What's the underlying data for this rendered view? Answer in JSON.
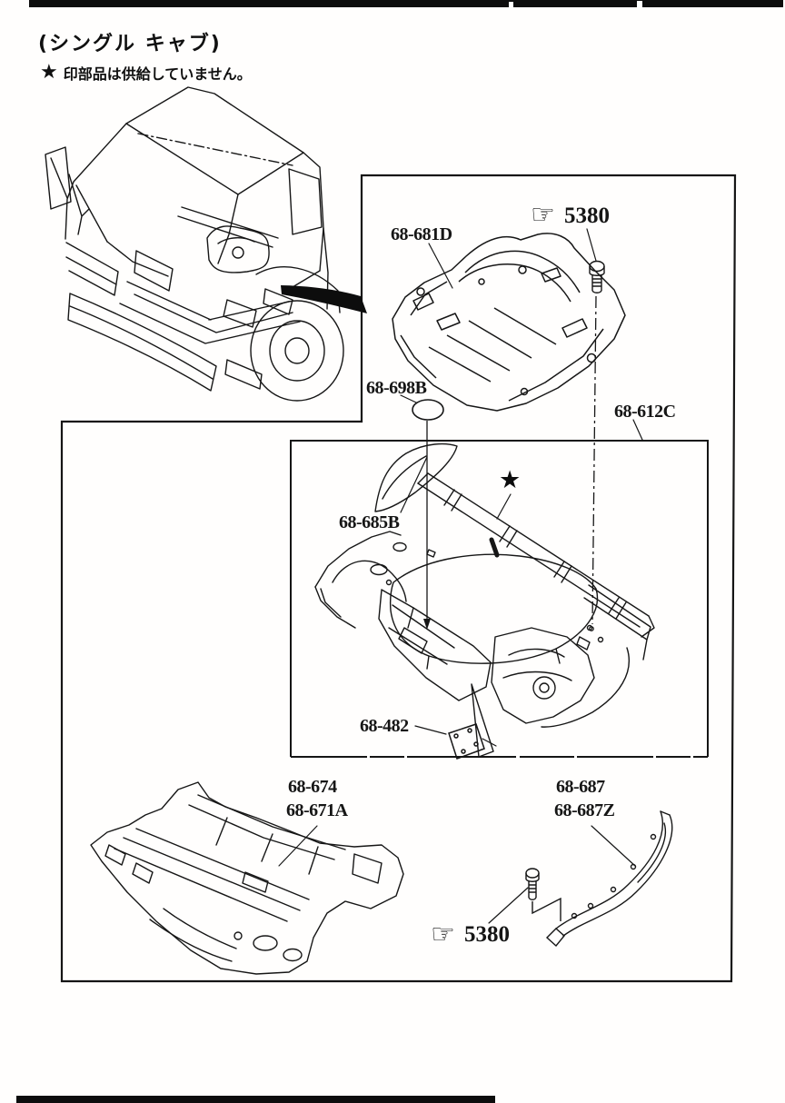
{
  "header": {
    "cab_type_title": "(シングル キャブ)",
    "star_symbol": "★",
    "star_note": "印部品は供給していません。"
  },
  "icons": {
    "pointing_hand": "☞",
    "star_marker": "★"
  },
  "callouts": {
    "floor_cover": "68-681D",
    "bolt_top_ref": "5380",
    "plug_grommet": "68-698B",
    "rear_floor_panel": "68-612C",
    "back_panel": "68-685B",
    "bracket": "68-482",
    "floor_mat_upper": "68-674",
    "floor_mat_lower": "68-671A",
    "side_trim_upper": "68-687",
    "side_trim_lower": "68-687Z",
    "bolt_bottom_ref": "5380"
  }
}
